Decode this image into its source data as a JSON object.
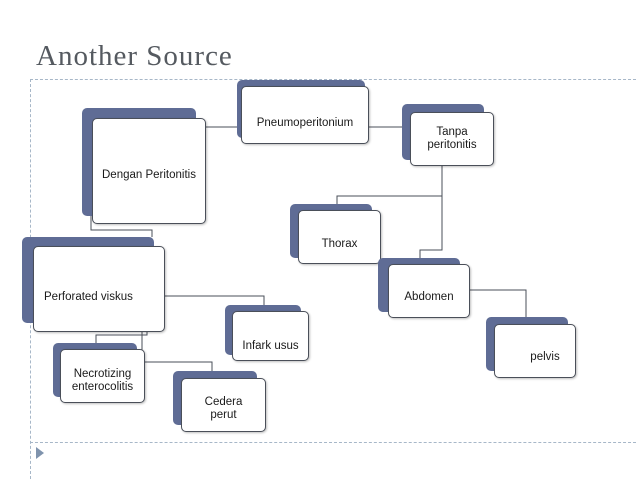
{
  "slide": {
    "title": "Another Source"
  },
  "diagram": {
    "nodes": {
      "pneumoperitonium": "Pneumoperitonium",
      "dengan_peritonitis": "Dengan Peritonitis",
      "tanpa_peritonitis": "Tanpa peritonitis",
      "perforated_viskus": "Perforated viskus",
      "infark_usus": "Infark usus",
      "necrotizing": "Necrotizing enterocolitis",
      "cedera_perut": "Cedera perut",
      "thorax": "Thorax",
      "abdomen": "Abdomen",
      "pelvis": "pelvis"
    },
    "edges": [
      [
        "pneumoperitonium",
        "dengan_peritonitis"
      ],
      [
        "pneumoperitonium",
        "tanpa_peritonitis"
      ],
      [
        "dengan_peritonitis",
        "perforated_viskus"
      ],
      [
        "perforated_viskus",
        "infark_usus"
      ],
      [
        "perforated_viskus",
        "necrotizing"
      ],
      [
        "perforated_viskus",
        "cedera_perut"
      ],
      [
        "tanpa_peritonitis",
        "thorax"
      ],
      [
        "tanpa_peritonitis",
        "abdomen"
      ],
      [
        "abdomen",
        "pelvis"
      ]
    ],
    "colors": {
      "node_back": "#5f6c95",
      "node_border": "#4a4f59",
      "connector": "#4a4f59"
    }
  }
}
